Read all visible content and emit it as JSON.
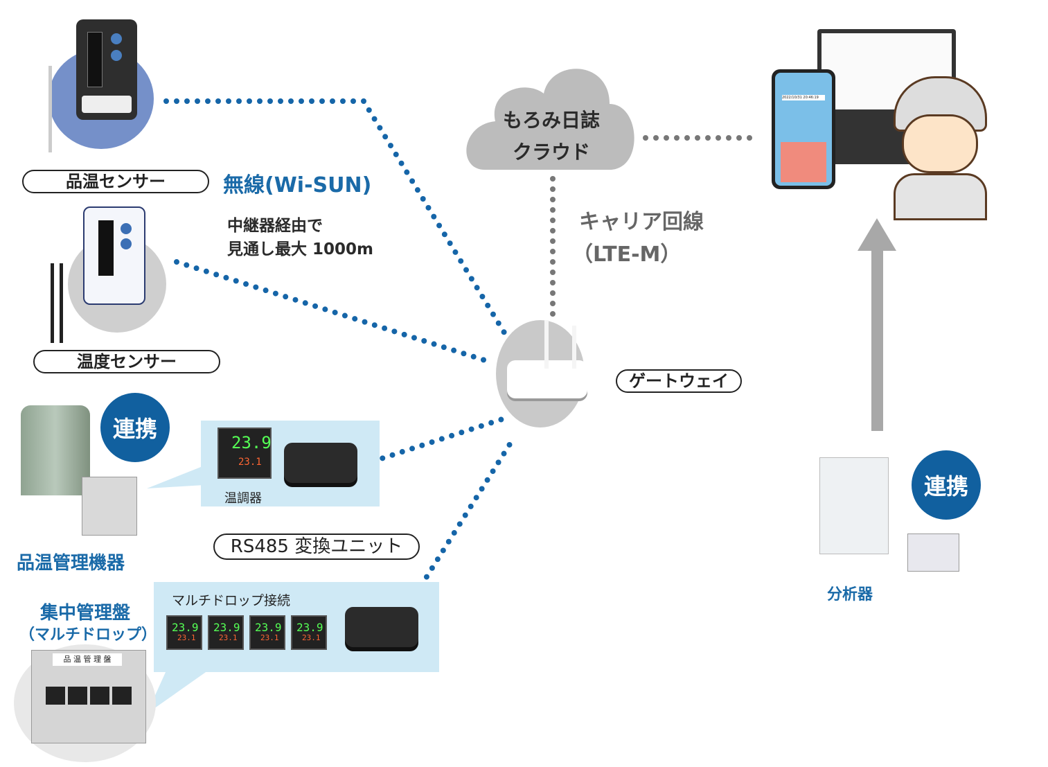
{
  "colors": {
    "accent": "#1a6aa8",
    "dots": "#1565a8",
    "badge": "#11609f",
    "panel": "#cfe9f5",
    "cloud": "#bcbcbc",
    "arrow": "#a8a8a8"
  },
  "cloud": {
    "line1": "もろみ日誌",
    "line2": "クラウド"
  },
  "carrier": {
    "line1": "キャリア回線",
    "line2": "（LTE-M）"
  },
  "wireless": {
    "title": "無線(Wi-SUN)",
    "line1": "中継器経由で",
    "line2": "見通し最大 1000m"
  },
  "sensors": {
    "product_temp": "品温センサー",
    "temperature": "温度センサー"
  },
  "gateway": "ゲートウェイ",
  "badge_label": "連携",
  "product_temp_device": "品温管理機器",
  "temp_controller": "温調器",
  "rs485": "RS485 変換ユニット",
  "multidrop": "マルチドロップ接続",
  "central_panel": {
    "line1": "集中管理盤",
    "line2": "（マルチドロップ）",
    "plate": "品 温 管 理 盤"
  },
  "analyzer": "分析器",
  "controller_display": {
    "pv": "23.9",
    "sv": "23.1"
  },
  "phone": {
    "datetime": "2022/10/31 20:46:19"
  }
}
